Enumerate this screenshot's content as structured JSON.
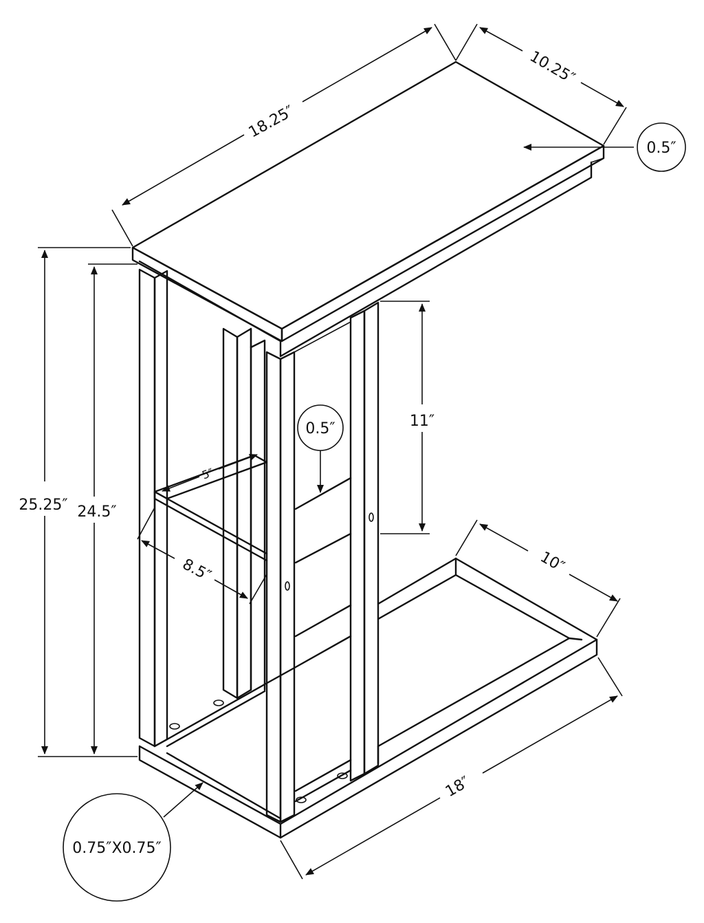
{
  "dimensions": {
    "top_length": "18.25″",
    "top_width": "10.25″",
    "top_thickness": "0.5″",
    "total_height": "25.25″",
    "leg_height": "24.5″",
    "opening_height": "11″",
    "shelf_thickness": "0.5″",
    "shelf_depth": "5″",
    "shelf_width": "8.5″",
    "base_width": "10″",
    "base_length": "18″",
    "leg_profile": "0.75″X0.75″"
  },
  "colors": {
    "line": "#111111",
    "background": "#ffffff"
  }
}
